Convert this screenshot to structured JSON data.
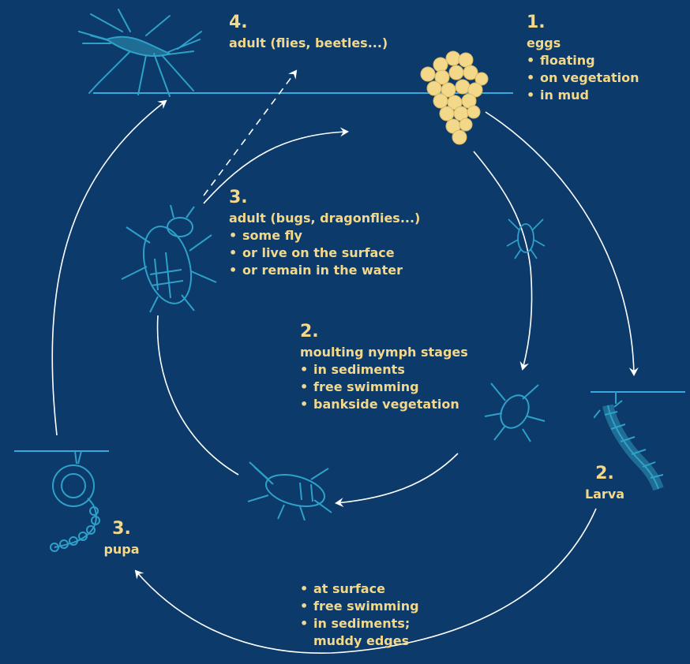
{
  "colors": {
    "background": "#0b3a6b",
    "text": "#f3d88a",
    "sketch": "#2fa0c8",
    "water": "#3aa8e0",
    "arrow": "#ffffff",
    "egg": "#f3d88a"
  },
  "stage_1": {
    "number": "1.",
    "title": "eggs",
    "items": [
      "floating",
      "on vegetation",
      "in mud"
    ]
  },
  "stage_2_larva": {
    "number": "2.",
    "title": "Larva",
    "items": [
      "at surface",
      "free swimming",
      "in sediments;",
      "muddy edges"
    ]
  },
  "stage_3_pupa": {
    "number": "3.",
    "title": "pupa"
  },
  "stage_4_adult": {
    "number": "4.",
    "title": "adult (flies, beetles...)"
  },
  "stage_2_nymph": {
    "number": "2.",
    "title": "moulting nymph stages",
    "items": [
      "in sediments",
      "free swimming",
      "bankside vegetation"
    ]
  },
  "stage_3_adult": {
    "number": "3.",
    "title": "adult (bugs, dragonflies...)",
    "items": [
      "some fly",
      "or live on the surface",
      "or remain in the water"
    ]
  },
  "icons": [
    "mosquito-icon",
    "egg-cluster-icon",
    "larva-icon",
    "pupa-icon",
    "nymph-icon",
    "adult-bug-icon"
  ]
}
